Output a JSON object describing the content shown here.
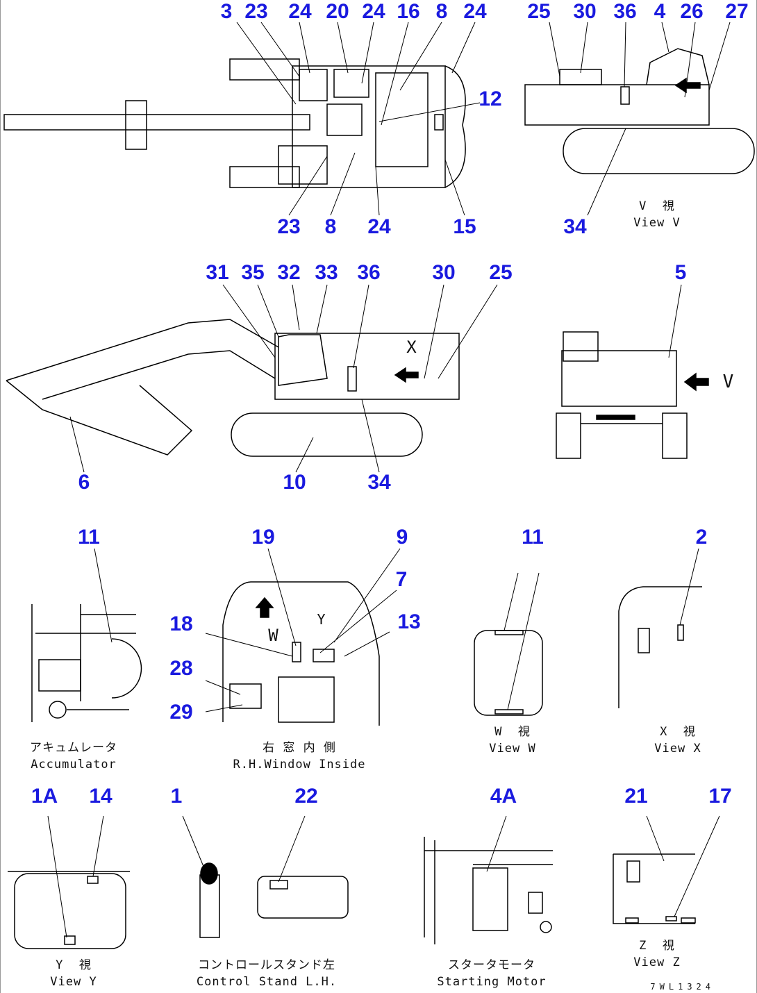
{
  "callouts": {
    "top_plan": [
      "3",
      "23",
      "24",
      "20",
      "24",
      "16",
      "8",
      "24",
      "12",
      "23",
      "8",
      "24",
      "15"
    ],
    "view_v": [
      "25",
      "30",
      "36",
      "4",
      "26",
      "27",
      "34"
    ],
    "side": [
      "31",
      "35",
      "32",
      "33",
      "36",
      "30",
      "25",
      "6",
      "10",
      "34"
    ],
    "rear": [
      "5"
    ],
    "accumulator": [
      "11"
    ],
    "rh_window": [
      "19",
      "9",
      "7",
      "18",
      "13",
      "28",
      "29"
    ],
    "view_w": [
      "11"
    ],
    "view_x": [
      "2"
    ],
    "view_y": [
      "1A",
      "14"
    ],
    "control_stand": [
      "1",
      "22"
    ],
    "starting_motor": [
      "4A"
    ],
    "view_z": [
      "21",
      "17"
    ]
  },
  "captions": {
    "view_v_jp": "V  視",
    "view_v_en": "View V",
    "accumulator_jp": "アキュムレータ",
    "accumulator_en": "Accumulator",
    "rh_window_jp": "右 窓 内 側",
    "rh_window_en": "R.H.Window Inside",
    "view_w_jp": "W  視",
    "view_w_en": "View W",
    "view_x_jp": "X  視",
    "view_x_en": "View X",
    "view_y_jp": "Y  視",
    "view_y_en": "View Y",
    "control_stand_jp": "コントロールスタンド左",
    "control_stand_en": "Control Stand L.H.",
    "starting_motor_jp": "スタータモータ",
    "starting_motor_en": "Starting Motor",
    "view_z_jp": "Z  視",
    "view_z_en": "View Z"
  },
  "view_markers": {
    "v": "V",
    "x": "X",
    "w": "W",
    "y": "Y"
  },
  "drawing_code": "7WL1324",
  "colors": {
    "callout": "#1a1adf",
    "line": "#000000"
  }
}
